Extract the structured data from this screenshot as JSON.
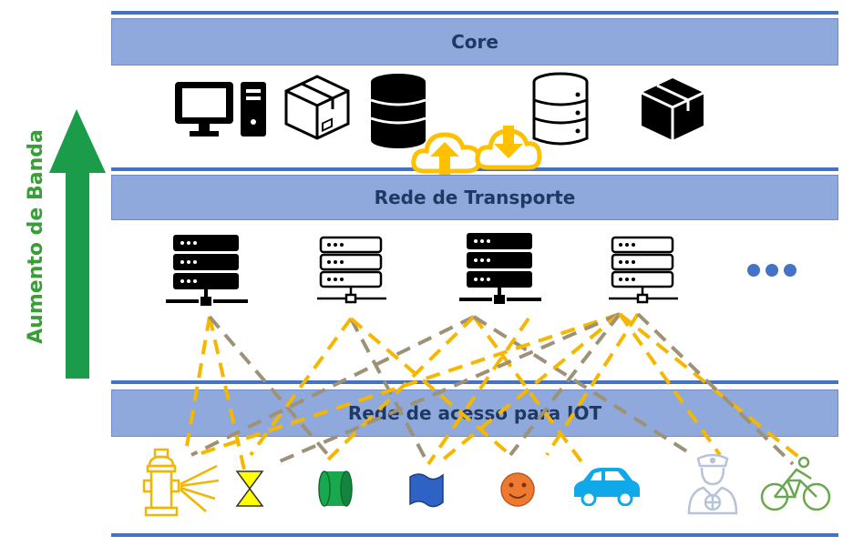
{
  "layers": {
    "core": "Core",
    "transport": "Rede de Transporte",
    "access": "Rede de acesso para IOT"
  },
  "side_label": "Aumento de Banda",
  "colors": {
    "band_fill": "#8fa9dc",
    "band_text": "#1f3864",
    "rule": "#4472c4",
    "arrow": "#1a9c4a",
    "side_text": "#3a9d3a",
    "dash_yellow": "#f5b700",
    "dash_gray": "#9d9276",
    "cloud": "#ffc000"
  },
  "core_icons": [
    "desktop-computer-icon",
    "box-outline-icon",
    "database-filled-icon",
    "cloud-upload-icon",
    "cloud-download-icon",
    "database-outline-icon",
    "box-filled-icon"
  ],
  "transport_icons": [
    "server-filled-icon",
    "server-outline-icon",
    "server-filled-icon",
    "server-outline-icon",
    "more-dots-icon"
  ],
  "device_icons": [
    "fire-hydrant-icon",
    "hourglass-icon",
    "cylinder-icon",
    "flag-icon",
    "smiley-icon",
    "car-icon",
    "officer-icon",
    "cyclist-icon"
  ]
}
